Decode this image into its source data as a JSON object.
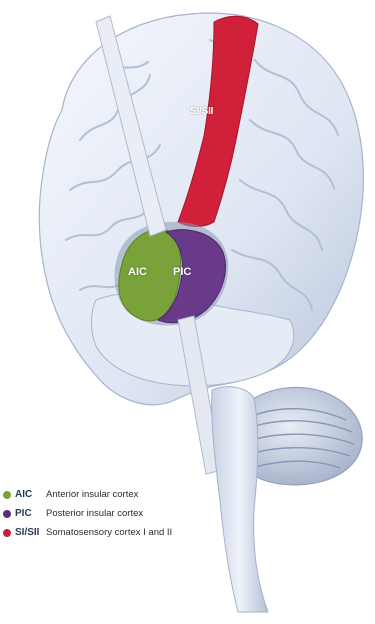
{
  "regions": [
    {
      "id": "aic",
      "label": "AIC",
      "color": "#7aa23a"
    },
    {
      "id": "pic",
      "label": "PIC",
      "color": "#6a3a8a"
    },
    {
      "id": "si_sii",
      "label": "SI/SII",
      "color": "#d0203a"
    }
  ],
  "legend": [
    {
      "abbr": "AIC",
      "description": "Anterior insular cortex",
      "color": "#7aa23a"
    },
    {
      "abbr": "PIC",
      "description": "Posterior insular cortex",
      "color": "#5c2f7c"
    },
    {
      "abbr": "SI/SII",
      "description": "Somatosensory cortex I and II",
      "color": "#c8203a"
    }
  ]
}
